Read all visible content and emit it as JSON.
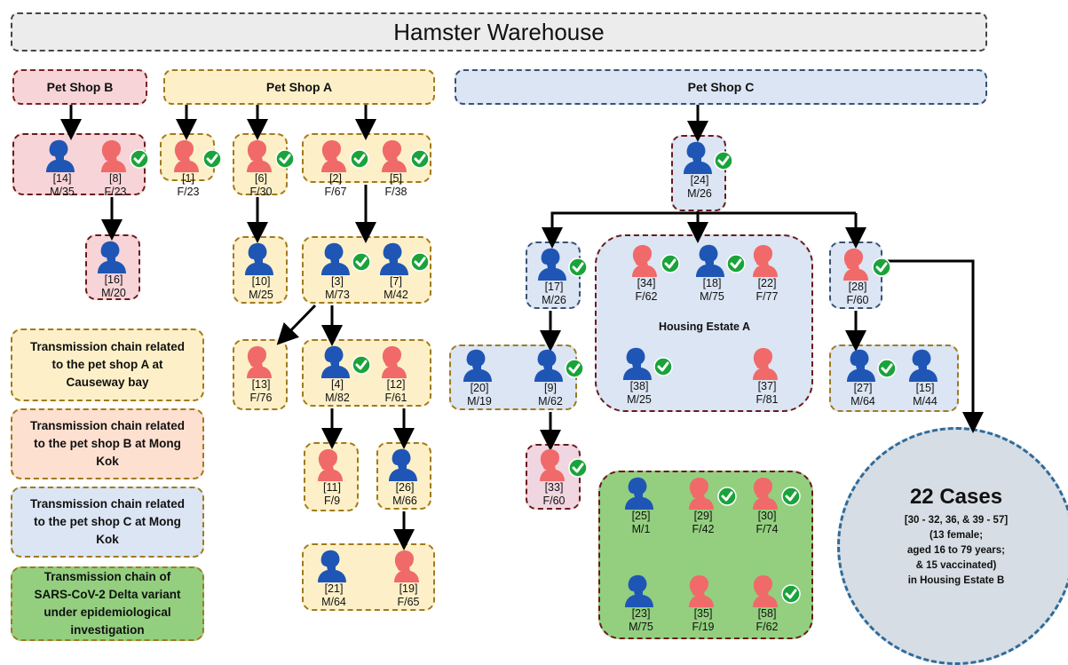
{
  "title": "Hamster Warehouse",
  "shops": {
    "b": "Pet Shop B",
    "a": "Pet Shop A",
    "c": "Pet Shop C"
  },
  "estate_a": "Housing Estate A",
  "cases": [
    {
      "id": "p14",
      "num": "[14]",
      "info": "M/35",
      "sex": "M",
      "vax": false
    },
    {
      "id": "p8",
      "num": "[8]",
      "info": "F/23",
      "sex": "F",
      "vax": true
    },
    {
      "id": "p16",
      "num": "[16]",
      "info": "M/20",
      "sex": "M",
      "vax": false
    },
    {
      "id": "p1",
      "num": "[1]",
      "info": "F/23",
      "sex": "F",
      "vax": true
    },
    {
      "id": "p6",
      "num": "[6]",
      "info": "F/30",
      "sex": "F",
      "vax": true
    },
    {
      "id": "p2",
      "num": "[2]",
      "info": "F/67",
      "sex": "F",
      "vax": true
    },
    {
      "id": "p5",
      "num": "[5]",
      "info": "F/38",
      "sex": "F",
      "vax": true
    },
    {
      "id": "p10",
      "num": "[10]",
      "info": "M/25",
      "sex": "M",
      "vax": false
    },
    {
      "id": "p3",
      "num": "[3]",
      "info": "M/73",
      "sex": "M",
      "vax": true
    },
    {
      "id": "p7",
      "num": "[7]",
      "info": "M/42",
      "sex": "M",
      "vax": true
    },
    {
      "id": "p13",
      "num": "[13]",
      "info": "F/76",
      "sex": "F",
      "vax": false
    },
    {
      "id": "p4",
      "num": "[4]",
      "info": "M/82",
      "sex": "M",
      "vax": true
    },
    {
      "id": "p12",
      "num": "[12]",
      "info": "F/61",
      "sex": "F",
      "vax": false
    },
    {
      "id": "p11",
      "num": "[11]",
      "info": "F/9",
      "sex": "F",
      "vax": false
    },
    {
      "id": "p26",
      "num": "[26]",
      "info": "M/66",
      "sex": "M",
      "vax": false
    },
    {
      "id": "p21",
      "num": "[21]",
      "info": "M/64",
      "sex": "M",
      "vax": false
    },
    {
      "id": "p19",
      "num": "[19]",
      "info": "F/65",
      "sex": "F",
      "vax": false
    },
    {
      "id": "p24",
      "num": "[24]",
      "info": "M/26",
      "sex": "M",
      "vax": true
    },
    {
      "id": "p17",
      "num": "[17]",
      "info": "M/26",
      "sex": "M",
      "vax": true
    },
    {
      "id": "p34",
      "num": "[34]",
      "info": "F/62",
      "sex": "F",
      "vax": true
    },
    {
      "id": "p18",
      "num": "[18]",
      "info": "M/75",
      "sex": "M",
      "vax": true
    },
    {
      "id": "p22",
      "num": "[22]",
      "info": "F/77",
      "sex": "F",
      "vax": false
    },
    {
      "id": "p28",
      "num": "[28]",
      "info": "F/60",
      "sex": "F",
      "vax": true
    },
    {
      "id": "p20",
      "num": "[20]",
      "info": "M/19",
      "sex": "M",
      "vax": false
    },
    {
      "id": "p9",
      "num": "[9]",
      "info": "M/62",
      "sex": "M",
      "vax": true
    },
    {
      "id": "p38",
      "num": "[38]",
      "info": "M/25",
      "sex": "M",
      "vax": true
    },
    {
      "id": "p37",
      "num": "[37]",
      "info": "F/81",
      "sex": "F",
      "vax": false
    },
    {
      "id": "p27",
      "num": "[27]",
      "info": "M/64",
      "sex": "M",
      "vax": true
    },
    {
      "id": "p15",
      "num": "[15]",
      "info": "M/44",
      "sex": "M",
      "vax": false
    },
    {
      "id": "p33",
      "num": "[33]",
      "info": "F/60",
      "sex": "F",
      "vax": true
    },
    {
      "id": "p25",
      "num": "[25]",
      "info": "M/1",
      "sex": "M",
      "vax": false
    },
    {
      "id": "p29",
      "num": "[29]",
      "info": "F/42",
      "sex": "F",
      "vax": true
    },
    {
      "id": "p30",
      "num": "[30]",
      "info": "F/74",
      "sex": "F",
      "vax": true
    },
    {
      "id": "p23",
      "num": "[23]",
      "info": "M/75",
      "sex": "M",
      "vax": false
    },
    {
      "id": "p35",
      "num": "[35]",
      "info": "F/19",
      "sex": "F",
      "vax": false
    },
    {
      "id": "p58",
      "num": "[58]",
      "info": "F/62",
      "sex": "F",
      "vax": true
    }
  ],
  "legend": {
    "a": "Transmission chain related to the pet shop A at Causeway bay",
    "b": "Transmission chain related to the pet shop B at Mong Kok",
    "c": "Transmission chain related to the pet shop C at Mong Kok",
    "green": "Transmission chain of SARS-CoV-2 Delta variant under epidemiological investigation"
  },
  "summary": {
    "count": "22 Cases",
    "ids": "[30 - 32, 36, & 39 - 57]",
    "line1": "(13 female;",
    "line2": "aged 16 to 79 years;",
    "line3": "& 15 vaccinated)",
    "line4": "in Housing Estate B"
  },
  "colors": {
    "male": "#1f56b5",
    "female": "#f06a6a",
    "check": "#1aa33a",
    "yellow": "#fdf0c8",
    "pink": "#f7d4d8",
    "blue": "#dbe5f3",
    "green": "#93cf7f"
  }
}
